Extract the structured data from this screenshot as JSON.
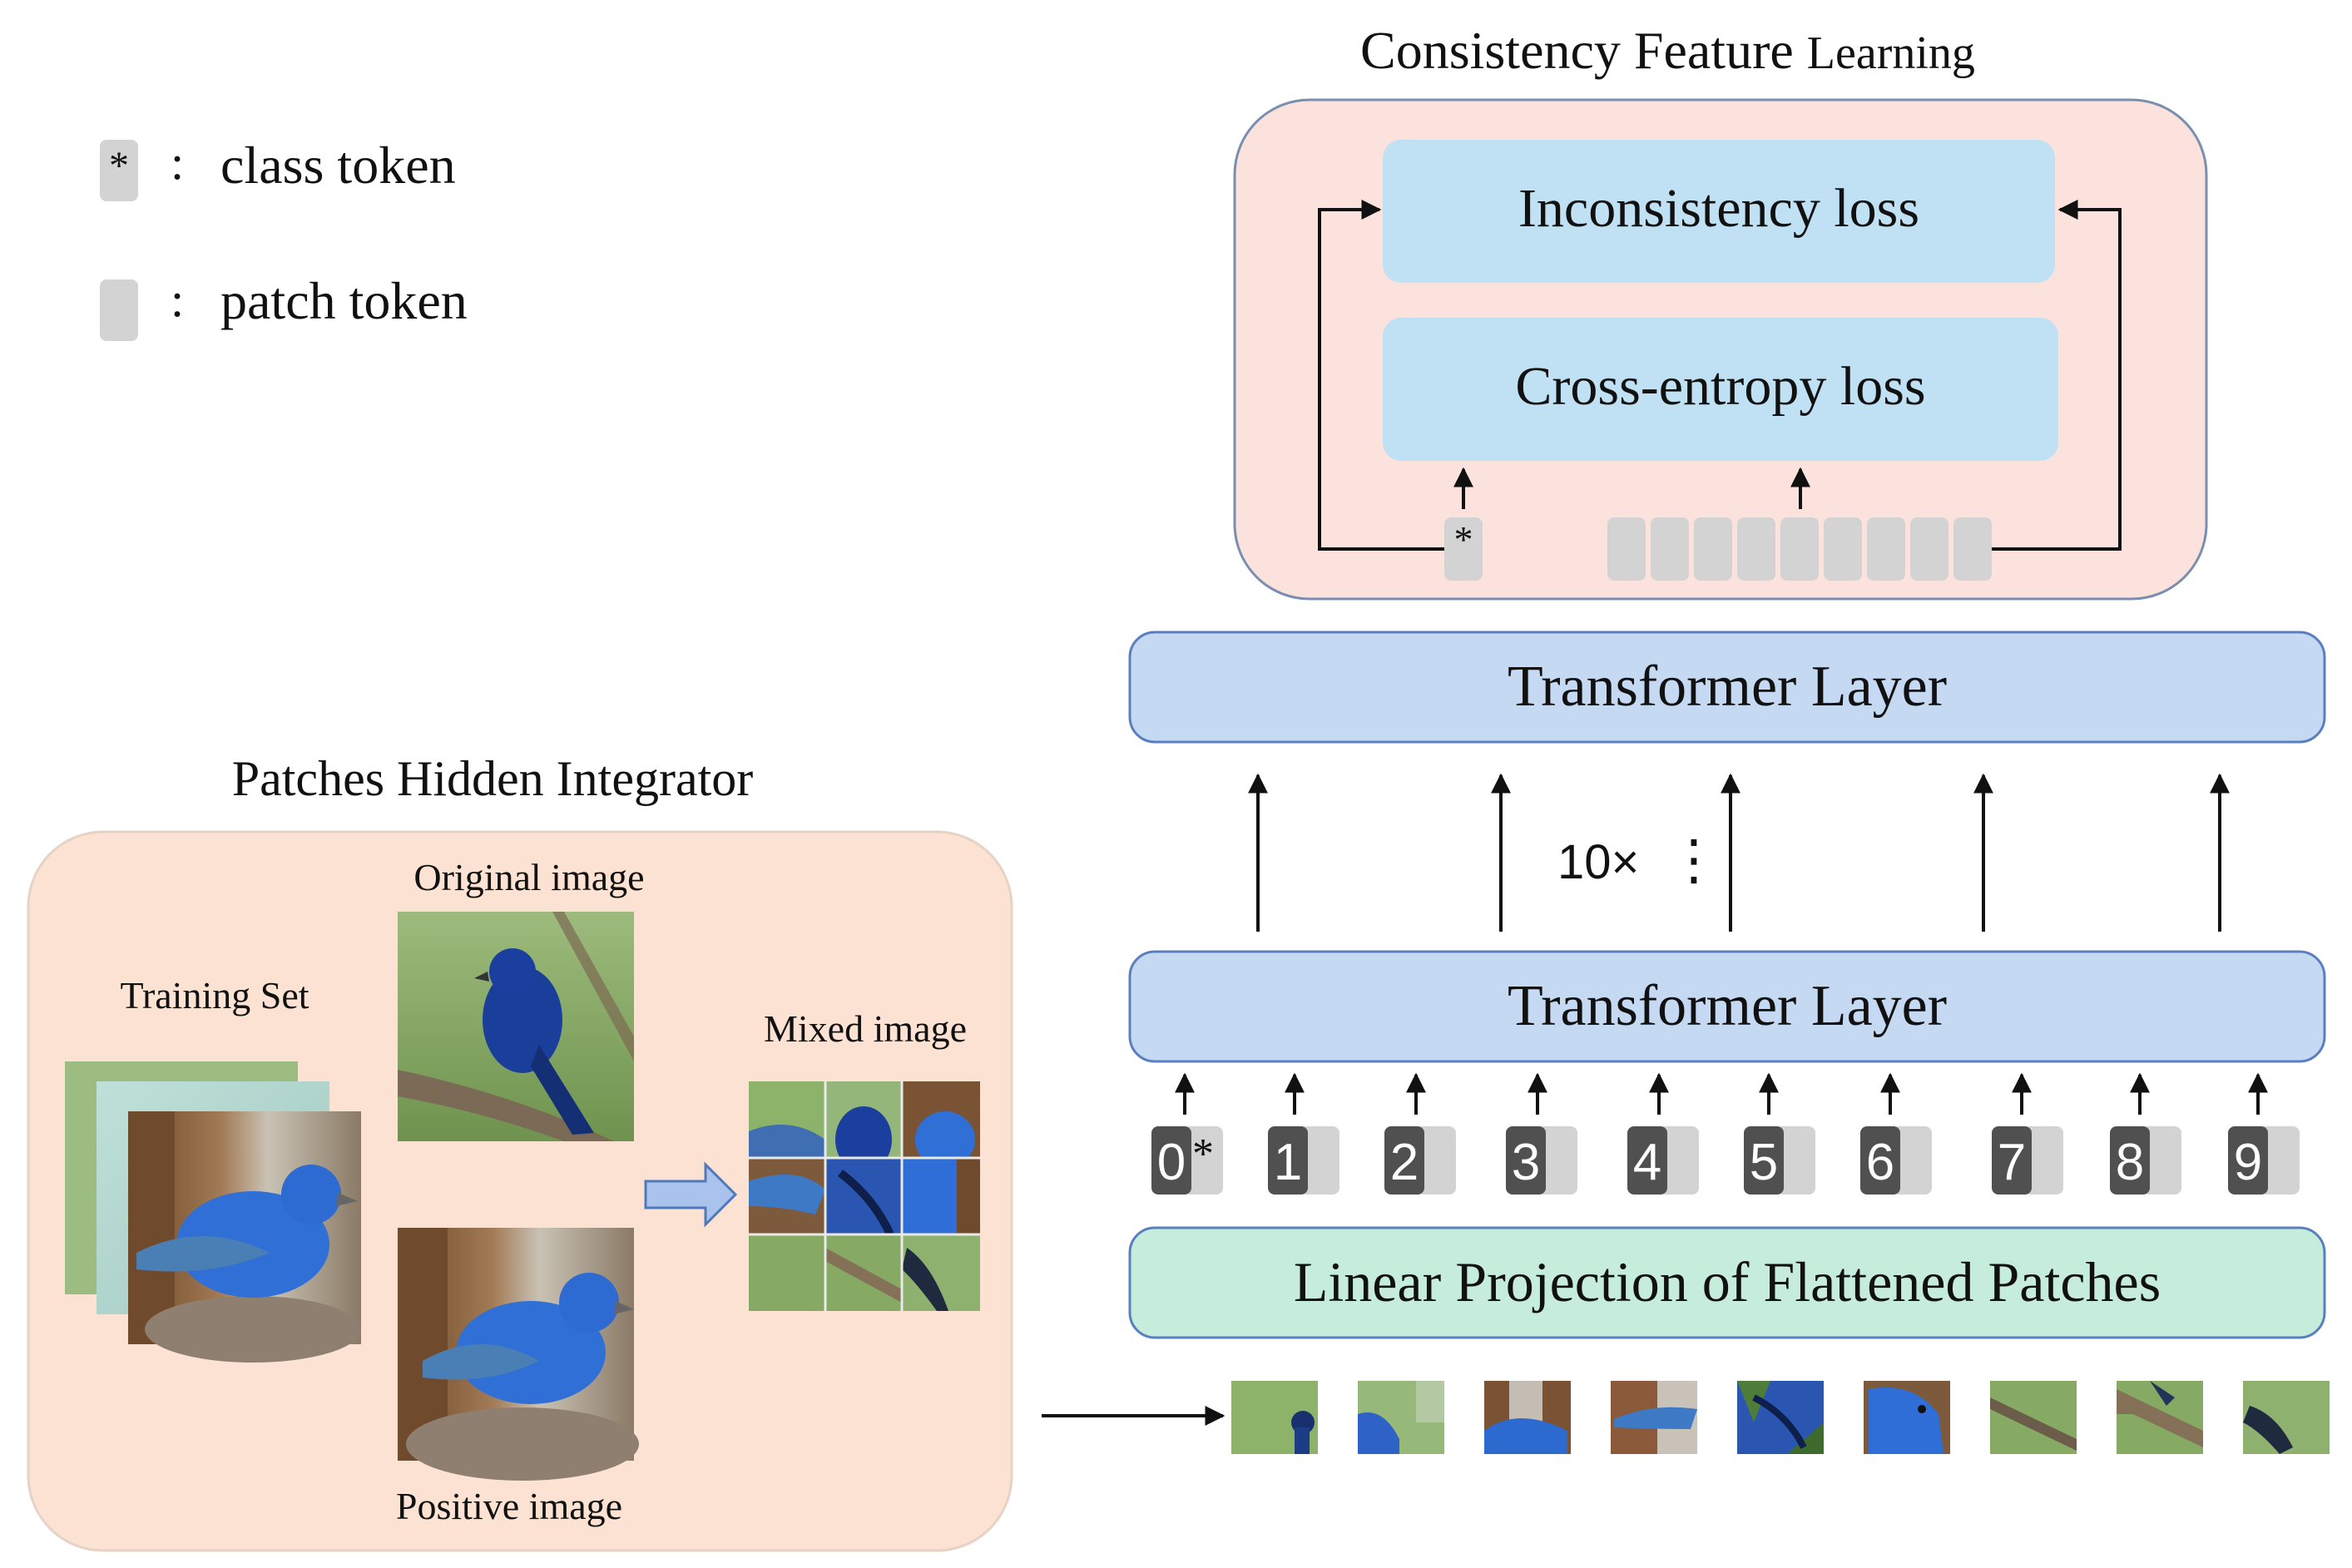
{
  "legend": {
    "class_token": {
      "symbol": "*",
      "separator": ":",
      "label": "class token"
    },
    "patch_token": {
      "separator": ":",
      "label": "patch token"
    }
  },
  "consistency": {
    "title_main": "Consistency Feature",
    "title_tail": "Learning",
    "inconsistency_loss": "Inconsistency  loss",
    "cross_entropy_loss": "Cross-entropy loss",
    "class_symbol": "*"
  },
  "transformer": {
    "top_label": "Transformer Layer",
    "bottom_label": "Transformer Layer",
    "repeat_label": "10×",
    "ellipsis": "⋮"
  },
  "tokens": {
    "indices": [
      "0",
      "1",
      "2",
      "3",
      "4",
      "5",
      "6",
      "7",
      "8",
      "9"
    ],
    "class_symbol": "*"
  },
  "projection": {
    "label": "Linear Projection of Flattened Patches"
  },
  "integrator": {
    "title": "Patches Hidden Integrator",
    "original_label": "Original image",
    "training_label": "Training Set",
    "mixed_label": "Mixed image",
    "positive_label": "Positive image"
  },
  "colors": {
    "consistency_bg": "#fbe2dc",
    "loss_box": "#bfe1f3",
    "transformer_box": "#c5d9f3",
    "projection_box": "#c6ecdc",
    "integrator_bg": "#fbe2d2",
    "token_gray": "#d3d3d3",
    "token_dark": "#505050",
    "bird_blue": "#2c62c8",
    "foliage": "#8caf6a",
    "wood": "#7a5234"
  }
}
